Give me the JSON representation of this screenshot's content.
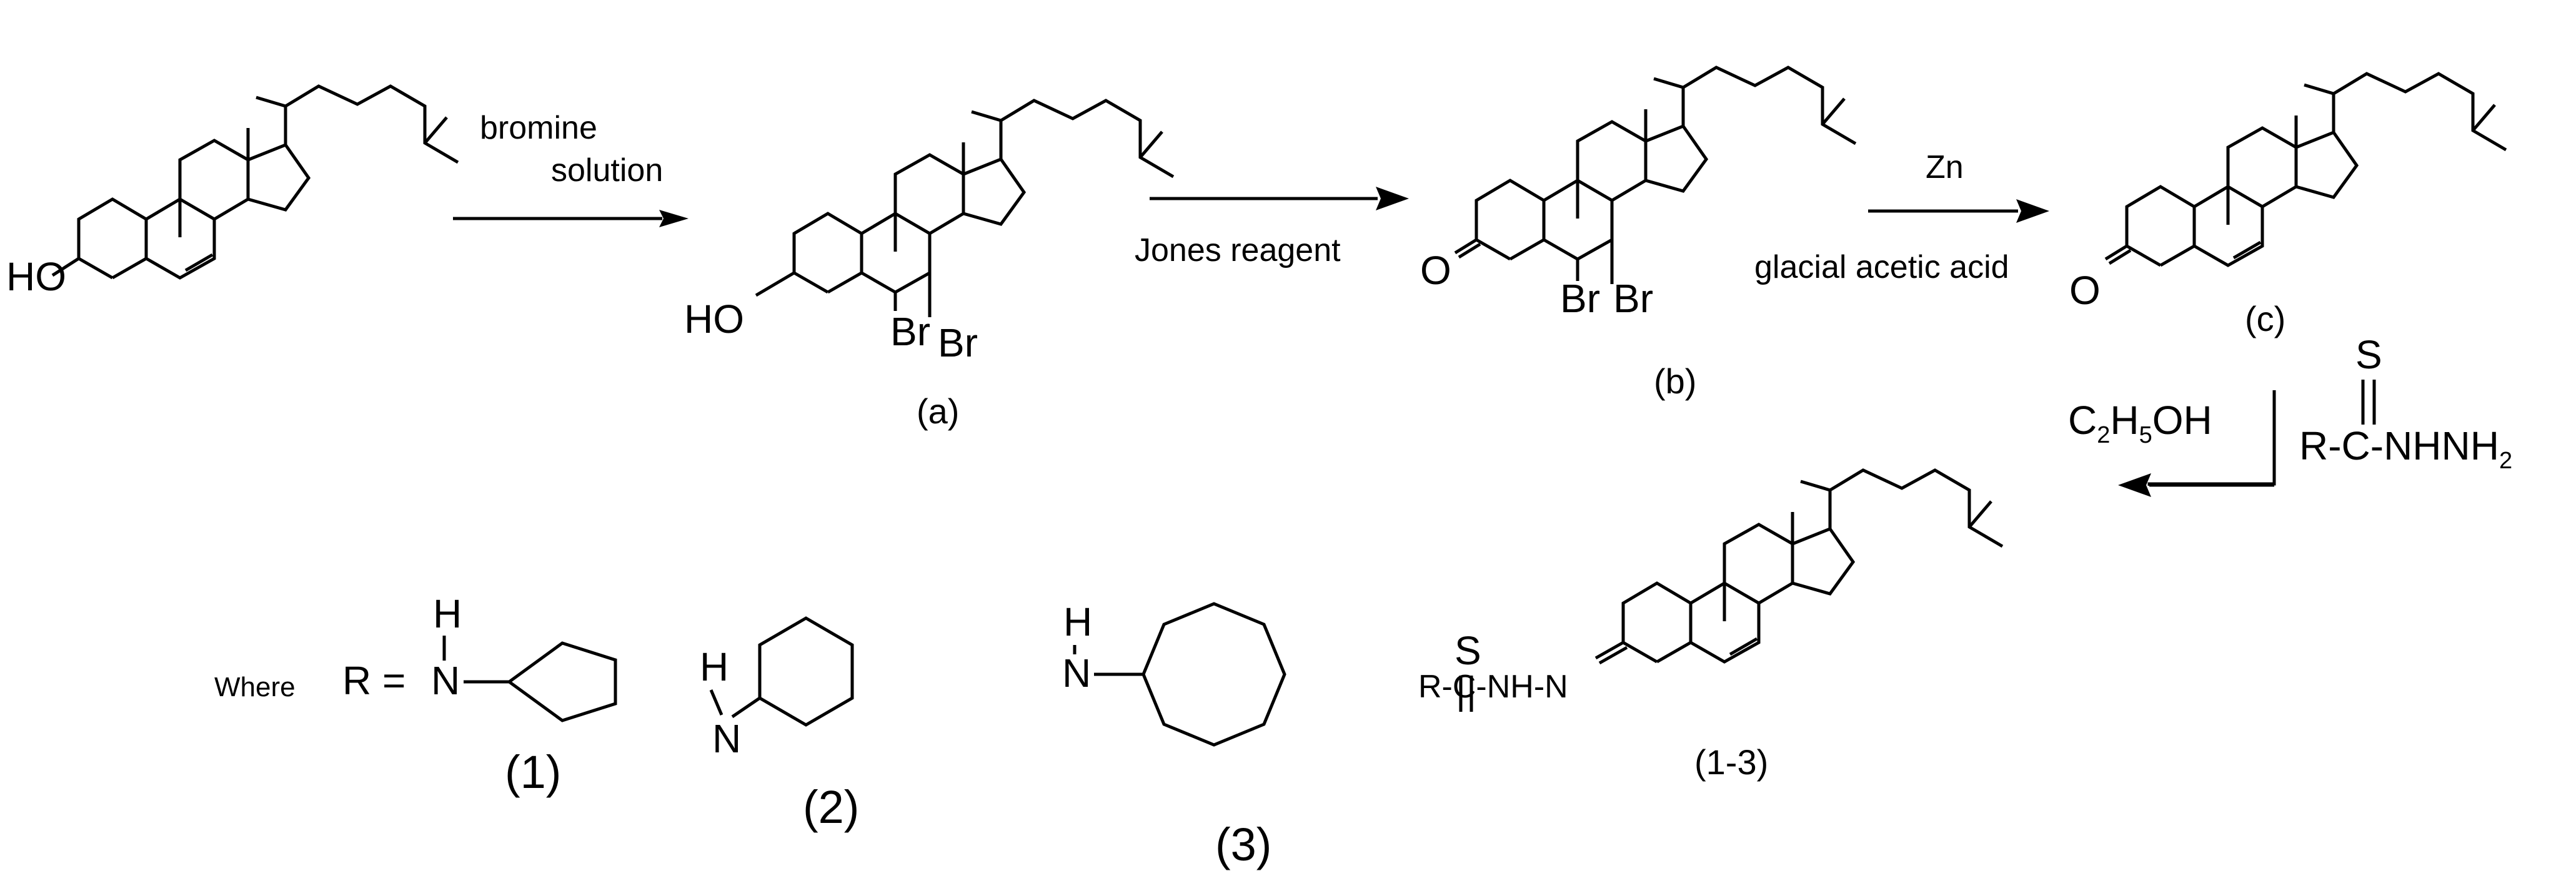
{
  "reagents": {
    "step1_line1": "bromine",
    "step1_line2": "solution",
    "step2": "Jones reagent",
    "step3_top": "Zn",
    "step3_bottom": "glacial acetic acid",
    "step4_solvent": "C2H5OH",
    "thiosemicarbazide": {
      "s": "S",
      "formula": "R-C-NHNH2"
    }
  },
  "compounds": {
    "a": "(a)",
    "b": "(b)",
    "c": "(c)",
    "product": "(1-3)"
  },
  "atom_labels": {
    "ho": "HO",
    "o": "O",
    "br": "Br",
    "s": "S",
    "product_chain": "R-C-NH-N",
    "h": "H",
    "n": "N"
  },
  "r_groups": {
    "where_text": "Where",
    "r_equals": "R =",
    "labels": [
      "(1)",
      "(2)",
      "(3)"
    ]
  }
}
